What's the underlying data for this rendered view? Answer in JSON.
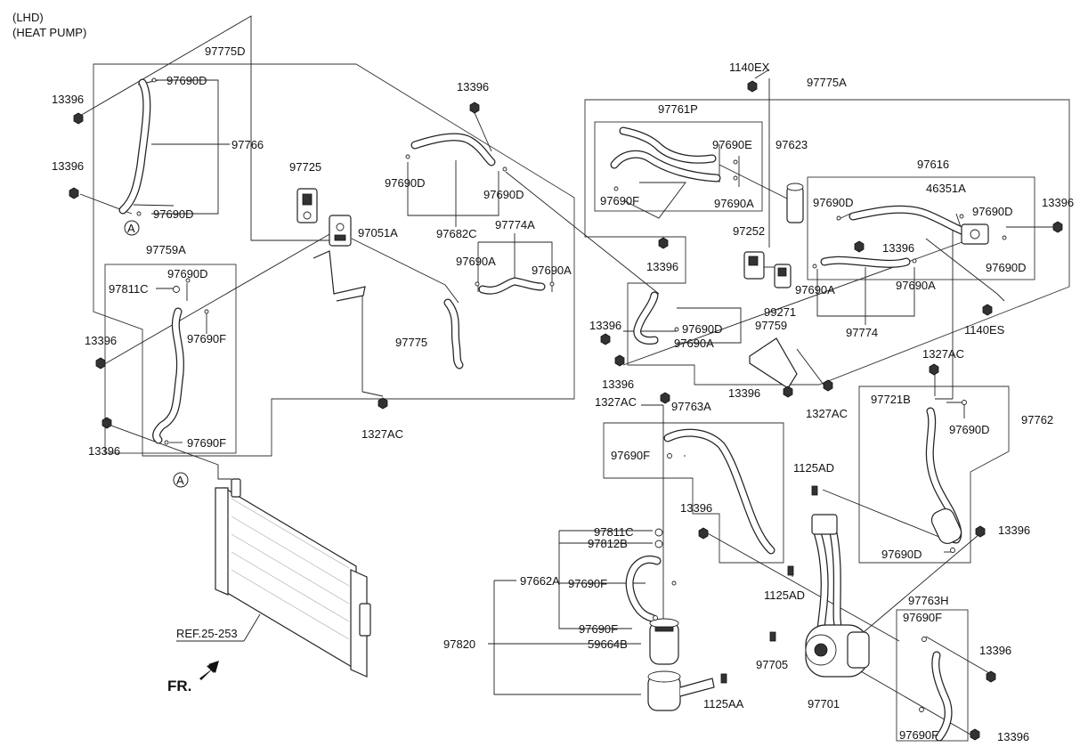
{
  "header": {
    "line1": "(LHD)",
    "line2": "(HEAT PUMP)"
  },
  "marker_letter": "A",
  "front_label": "FR.",
  "ref_label": "REF.25-253",
  "labels": {
    "l97775D": "97775D",
    "l97690D_a": "97690D",
    "l13396_a": "13396",
    "l97766": "97766",
    "l13396_b": "13396",
    "l97690D_b": "97690D",
    "l97725": "97725",
    "l13396_c": "13396",
    "l97690D_c": "97690D",
    "l97690D_d": "97690D",
    "l97682C": "97682C",
    "l97774A": "97774A",
    "l97051A": "97051A",
    "l97690A_a": "97690A",
    "l97690A_b": "97690A",
    "l97759A": "97759A",
    "l97690D_e": "97690D",
    "l97811C_a": "97811C",
    "l13396_d": "13396",
    "l97690F_a": "97690F",
    "l97775": "97775",
    "l97690F_b": "97690F",
    "l13396_e": "13396",
    "l1327AC_a": "1327AC",
    "l1140EX": "1140EX",
    "l97775A": "97775A",
    "l97761P": "97761P",
    "l97690E": "97690E",
    "l97623": "97623",
    "l97690F_c": "97690F",
    "l97690A_c": "97690A",
    "l97616": "97616",
    "l46351A": "46351A",
    "l97690D_f": "97690D",
    "l97690D_g": "97690D",
    "l13396_f": "13396",
    "l97690D_h": "97690D",
    "l97252": "97252",
    "l13396_g": "13396",
    "l13396_h": "13396",
    "l97690A_d": "97690A",
    "l97690A_e": "97690A",
    "l99271": "99271",
    "l97774": "97774",
    "l13396_i": "13396",
    "l97690D_i": "97690D",
    "l97759": "97759",
    "l97690A_f": "97690A",
    "l1140ES": "1140ES",
    "l13396_j": "13396",
    "l1327AC_b": "1327AC",
    "l13396_k": "13396",
    "l1327AC_c": "1327AC",
    "l1327AC_d": "1327AC",
    "l97763A": "97763A",
    "l97721B": "97721B",
    "l97690D_j": "97690D",
    "l97762": "97762",
    "l97690F_d": "97690F",
    "l1125AD_a": "1125AD",
    "l13396_l": "13396",
    "l13396_m": "13396",
    "l97690D_k": "97690D",
    "l97811C_b": "97811C",
    "l97812B": "97812B",
    "l97662A": "97662A",
    "l97690F_e": "97690F",
    "l1125AD_b": "1125AD",
    "l97763H": "97763H",
    "l97690F_f": "97690F",
    "l97690F_g": "97690F",
    "l97820": "97820",
    "l59664B": "59664B",
    "l97705": "97705",
    "l13396_n": "13396",
    "l1125AA": "1125AA",
    "l97701": "97701",
    "l97690F_h": "97690F",
    "l13396_o": "13396"
  }
}
